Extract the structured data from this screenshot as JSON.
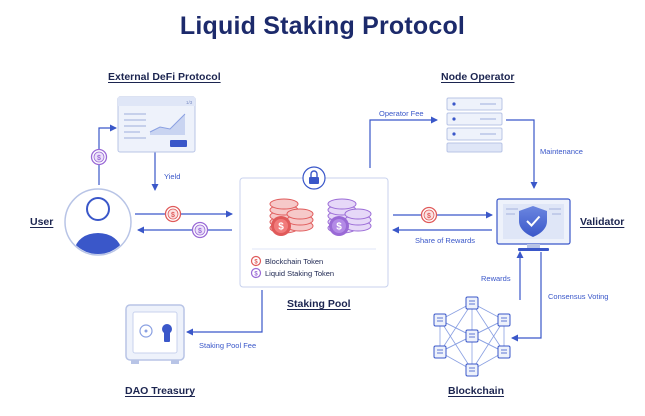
{
  "title": "Liquid Staking Protocol",
  "nodes": {
    "defi": "External DeFi Protocol",
    "node_operator": "Node Operator",
    "user": "User",
    "validator": "Validator",
    "staking_pool": "Staking Pool",
    "dao_treasury": "DAO Treasury",
    "blockchain": "Blockchain"
  },
  "flows": {
    "yield": "Yield",
    "operator_fee": "Operator Fee",
    "maintenance": "Maintenance",
    "share_of_rewards": "Share of Rewards",
    "rewards": "Rewards",
    "consensus_voting": "Consensus Voting",
    "staking_pool_fee": "Staking Pool Fee"
  },
  "legend": {
    "blockchain_token": "Blockchain Token",
    "liquid_staking_token": "Liquid Staking Token"
  },
  "defi_window": {
    "page_indicator": "1/3"
  },
  "colors": {
    "accent_blue": "#3a57c9",
    "title_navy": "#1c2a6b",
    "blockchain_token_red": "#e05a5a",
    "liquid_staking_token_purple": "#9a6ad6"
  },
  "icons": [
    "lock-icon",
    "shield-check-icon",
    "user-avatar-icon",
    "safe-icon",
    "server-rack-icon",
    "network-icon",
    "dollar-coin-icon"
  ]
}
